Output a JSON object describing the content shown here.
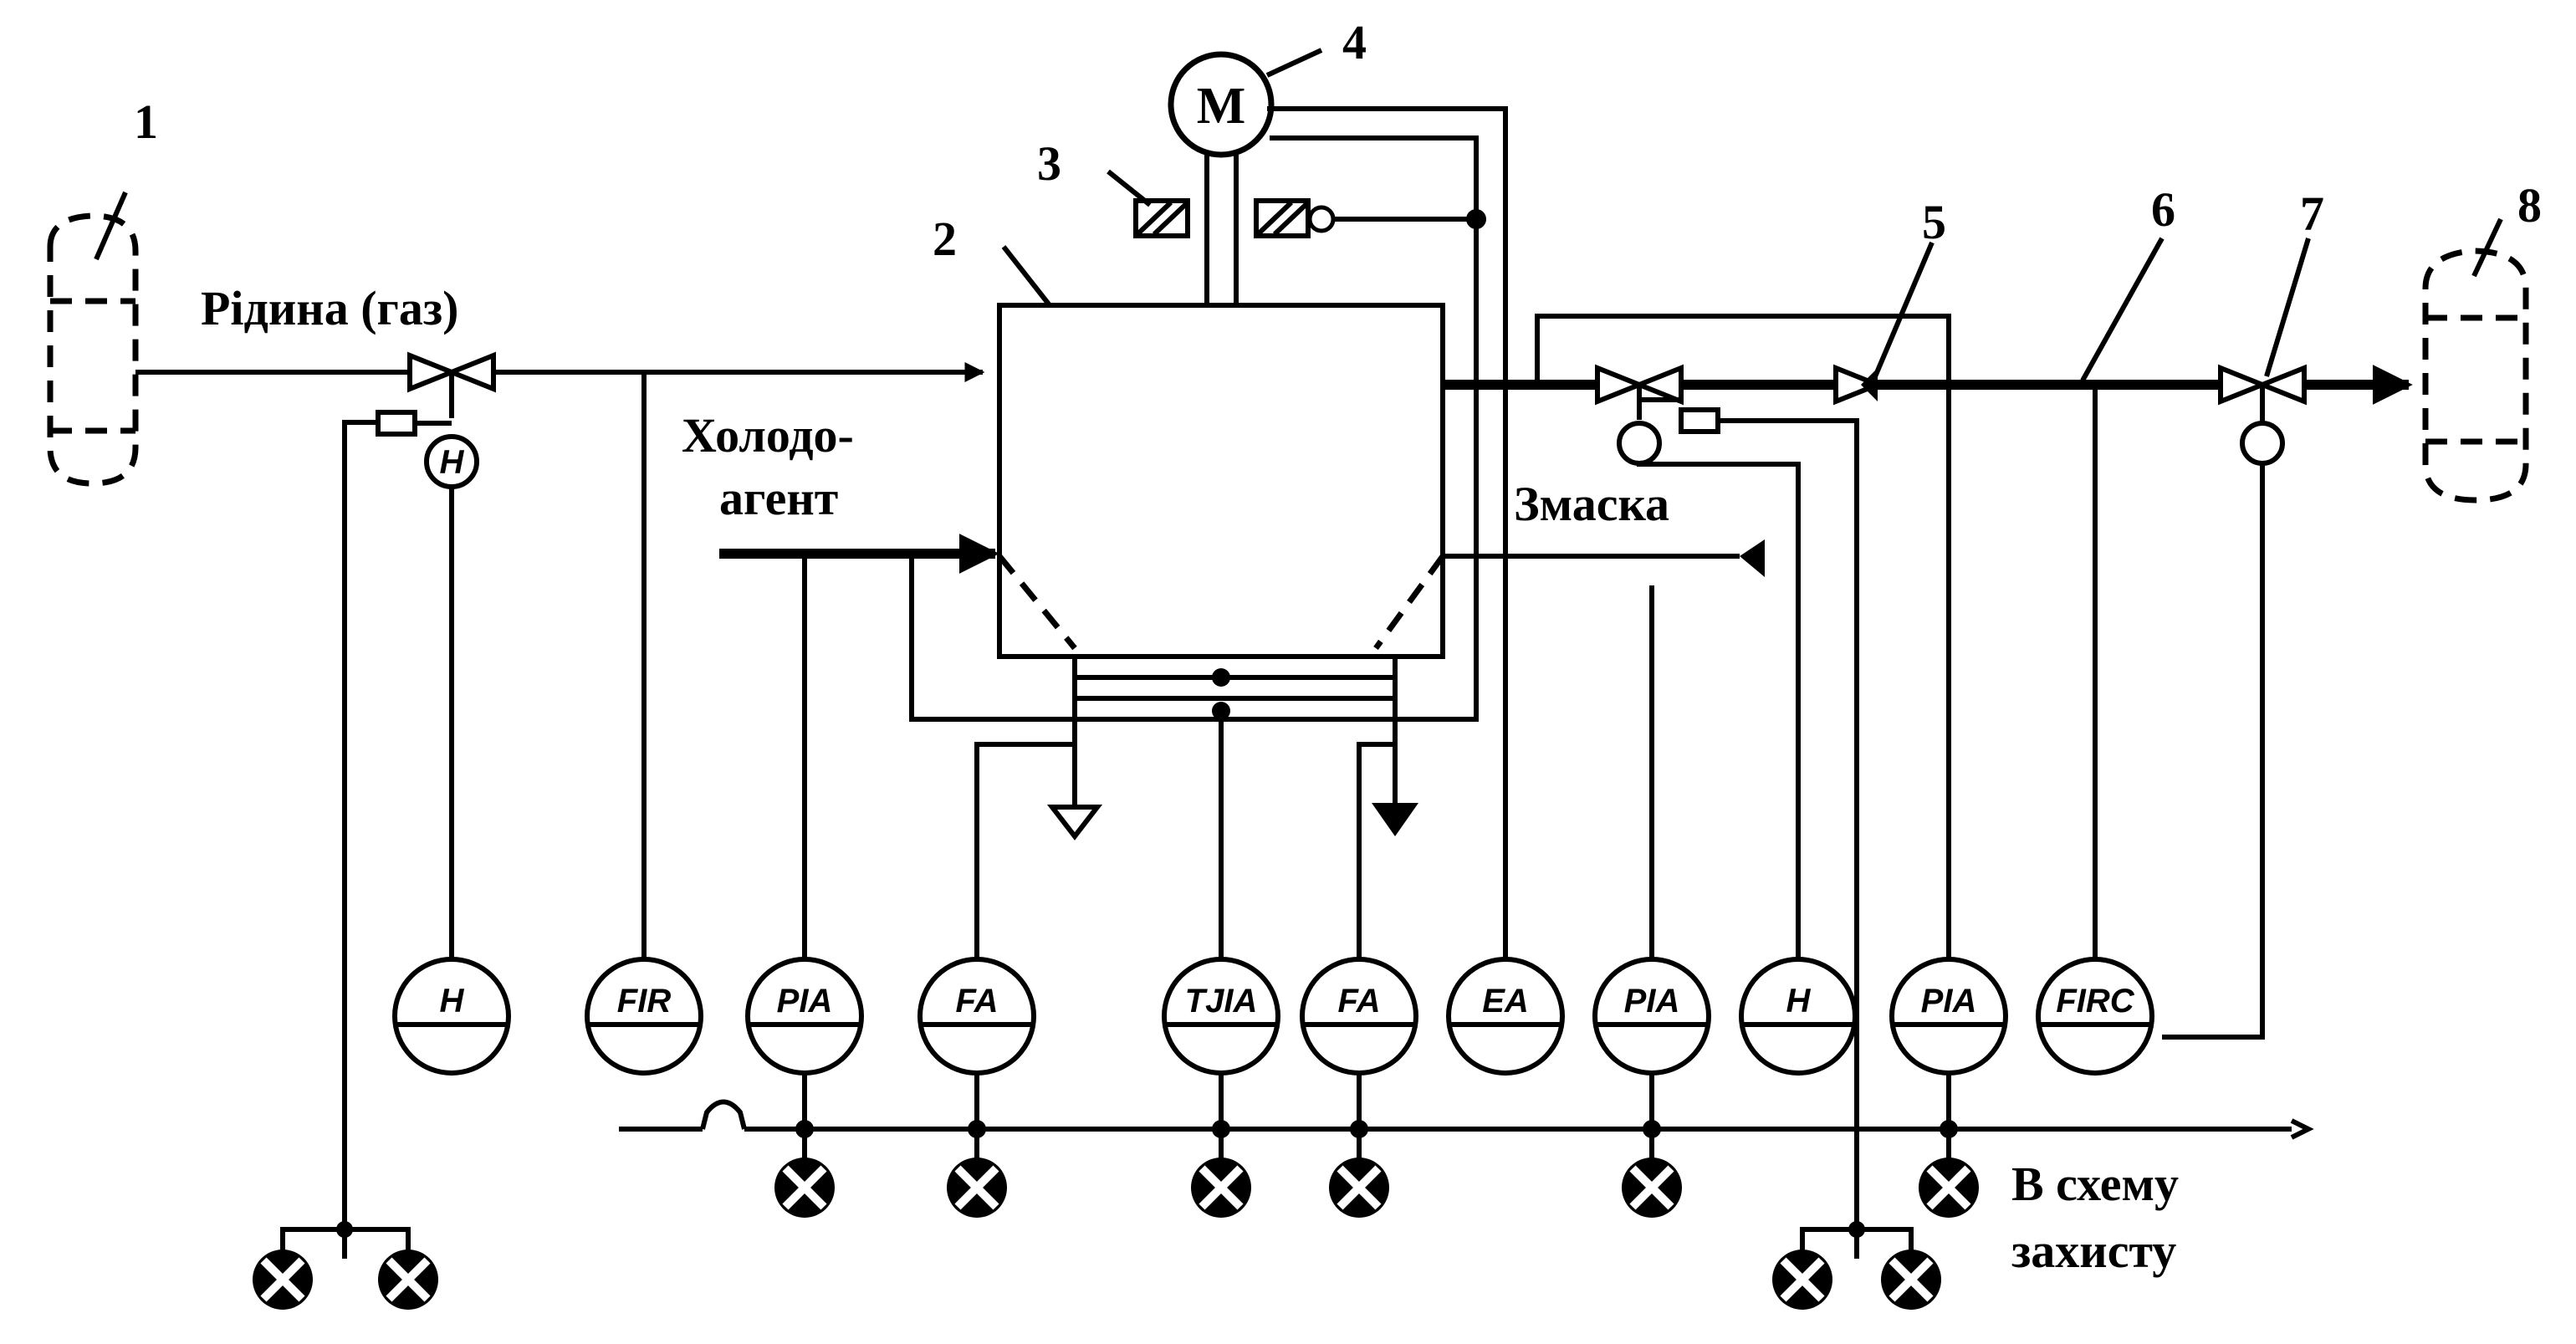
{
  "labels": {
    "liquid": "Рідина (газ)",
    "refrigerant_line1": "Холодо-",
    "refrigerant_line2": "агент",
    "lubricant": "Змаска",
    "protection_line1": "В схему",
    "protection_line2": "захисту",
    "motor": "M"
  },
  "numbers": [
    "1",
    "2",
    "3",
    "4",
    "5",
    "6",
    "7",
    "8"
  ],
  "small_instruments": [
    "H"
  ],
  "instruments": [
    "H",
    "FIR",
    "PIA",
    "FA",
    "TJIA",
    "FA",
    "EA",
    "PIA",
    "H",
    "PIA",
    "FIRC"
  ]
}
